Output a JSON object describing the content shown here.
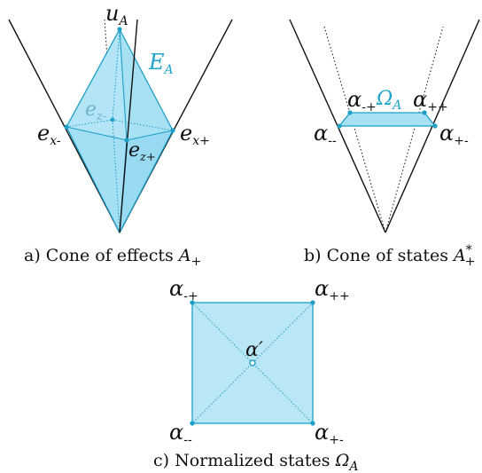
{
  "colors": {
    "fill": "#a9e1f4",
    "fill_light": "#c6ecf8",
    "stroke": "#1e9fc8",
    "label_accent": "#1fa3cc",
    "faded_label": "#6fb3cf",
    "ink": "#111111"
  },
  "panel_a": {
    "caption_prefix": "a) Cone of effects ",
    "caption_math": "A",
    "caption_sub": "+",
    "apex_label": "u",
    "apex_sub": "A",
    "polytope_label": "E",
    "polytope_sub": "A",
    "vertex_x_minus": {
      "base": "e",
      "sub": "x-"
    },
    "vertex_x_plus": {
      "base": "e",
      "sub": "x+"
    },
    "vertex_z_minus": {
      "base": "e",
      "sub": "z-"
    },
    "vertex_z_plus": {
      "base": "e",
      "sub": "z+"
    }
  },
  "panel_b": {
    "caption_prefix": "b) Cone of states ",
    "caption_math": "A",
    "caption_sup": "*",
    "caption_sub": "+",
    "omega_label": "Ω",
    "omega_sub": "A",
    "alpha": "α",
    "corner_mm": "--",
    "corner_mp": "-+",
    "corner_pp": "++",
    "corner_pm": "+-"
  },
  "panel_c": {
    "caption_prefix": "c) Normalized states ",
    "caption_math": "Ω",
    "caption_sub": "A",
    "alpha": "α",
    "corner_mm": "--",
    "corner_mp": "-+",
    "corner_pp": "++",
    "corner_pm": "+-",
    "center_label": "α′"
  }
}
